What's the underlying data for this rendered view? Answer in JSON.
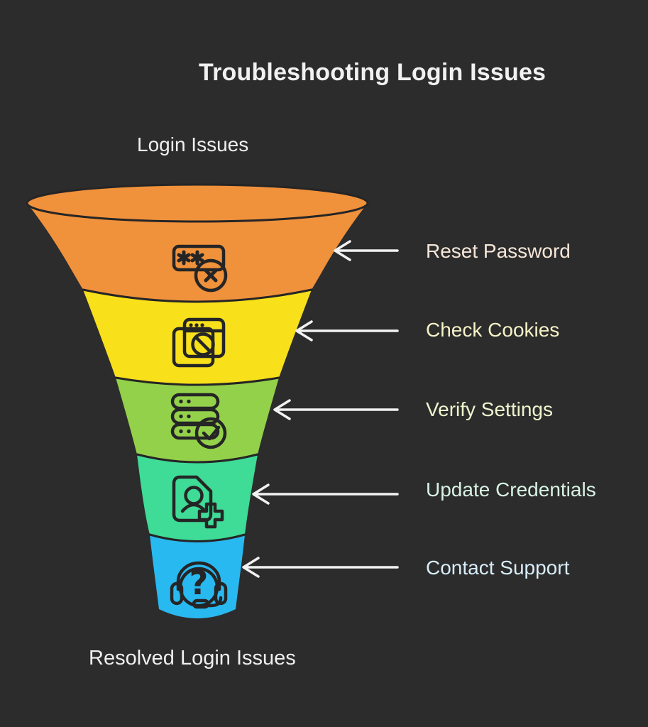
{
  "title": "Troubleshooting Login Issues",
  "funnel": {
    "top_label": "Login Issues",
    "bottom_label": "Resolved Login Issues",
    "stages": [
      {
        "label": "Reset Password",
        "color": "#F0913B",
        "label_color": "#F6E7D9",
        "icon": "password-error-icon"
      },
      {
        "label": "Check Cookies",
        "color": "#F8E01A",
        "label_color": "#F6F3C8",
        "icon": "browser-blocked-icon"
      },
      {
        "label": "Verify Settings",
        "color": "#93D14A",
        "label_color": "#EDF5CE",
        "icon": "server-check-icon"
      },
      {
        "label": "Update Credentials",
        "color": "#3EDC96",
        "label_color": "#D8F3E5",
        "icon": "document-user-add-icon"
      },
      {
        "label": "Contact Support",
        "color": "#29B9F1",
        "label_color": "#D8EDF8",
        "icon": "headset-question-icon"
      }
    ],
    "theme": {
      "background": "#2C2C2C",
      "outline": "#252526",
      "arrow": "#F2F2F2",
      "title_color": "#F1F1F1",
      "text_color": "#EFEFEF"
    }
  }
}
